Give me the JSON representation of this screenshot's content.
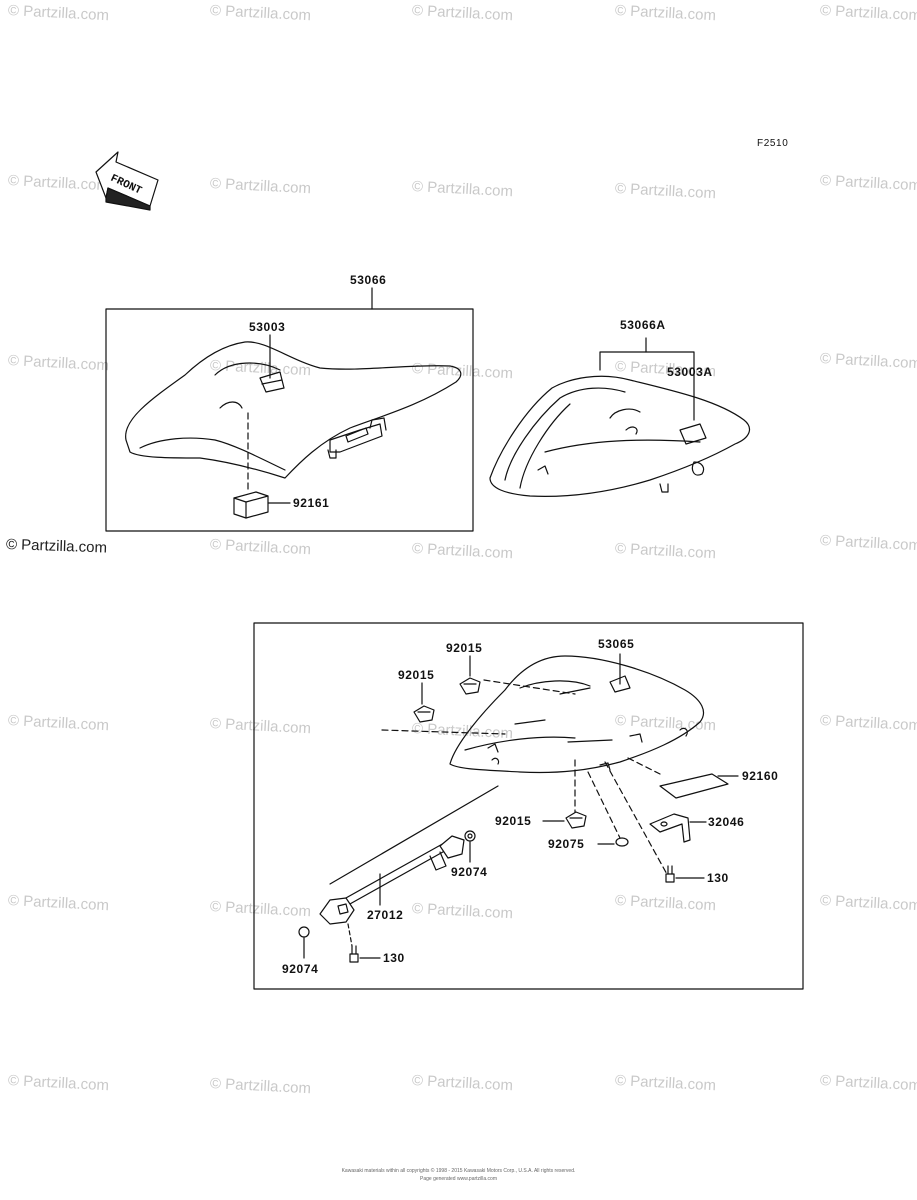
{
  "figure_code": "F2510",
  "front_text": "FRONT",
  "watermark": "© Partzilla.com",
  "top_group": {
    "assembly_label": "53066",
    "parts": [
      {
        "id": "53003"
      },
      {
        "id": "92161"
      }
    ]
  },
  "cowl_group": {
    "assembly_label": "53066A",
    "parts": [
      {
        "id": "53003A"
      }
    ]
  },
  "bottom_group": {
    "parts": [
      {
        "id": "92015"
      },
      {
        "id": "92015"
      },
      {
        "id": "53065"
      },
      {
        "id": "92160"
      },
      {
        "id": "32046"
      },
      {
        "id": "92015"
      },
      {
        "id": "92075"
      },
      {
        "id": "130"
      },
      {
        "id": "92074"
      },
      {
        "id": "27012"
      },
      {
        "id": "92074"
      },
      {
        "id": "130"
      }
    ]
  },
  "copyright_lines": [
    "Kawasaki materials within all copyrights © 1998 - 2015 Kawasaki Motors Corp., U.S.A. All rights reserved.",
    "Page generated www.partzilla.com"
  ]
}
